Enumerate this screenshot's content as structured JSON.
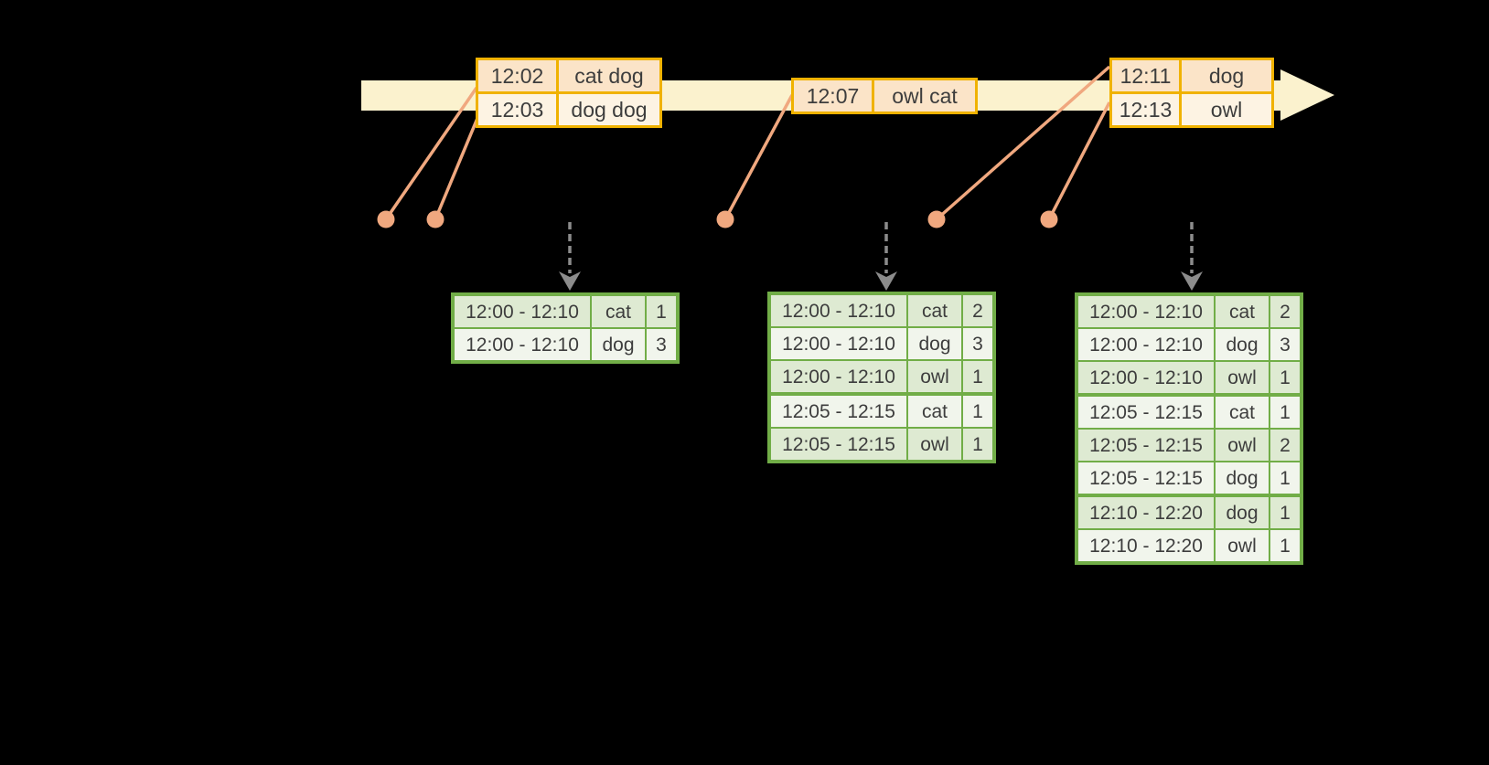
{
  "diagram": {
    "kind": "streaming windowed word-count timeline",
    "colors": {
      "background": "#000000",
      "timeline_band": "#FBF2CE",
      "event_border": "#F0B200",
      "event_row_dark": "#FBE4C8",
      "event_row_light": "#FDF3E3",
      "connector_salmon": "#F0A87F",
      "result_border": "#71AD47",
      "result_row_dark": "#DEEAD2",
      "result_row_light": "#F1F5EC",
      "trigger_arrow_gray": "#8C8C8C",
      "text": "#3d3d3d"
    },
    "icons": {
      "timeline_arrowhead": "block-arrow-right",
      "trigger_arrow": "dashed-down-arrow",
      "event_dot": "filled-circle"
    }
  },
  "event_tables": [
    {
      "rows": [
        {
          "time": "12:02",
          "words": "cat dog"
        },
        {
          "time": "12:03",
          "words": "dog dog"
        }
      ]
    },
    {
      "rows": [
        {
          "time": "12:07",
          "words": "owl cat"
        }
      ]
    },
    {
      "rows": [
        {
          "time": "12:11",
          "words": "dog"
        },
        {
          "time": "12:13",
          "words": "owl"
        }
      ]
    }
  ],
  "result_tables": [
    {
      "groups": [
        {
          "rows": [
            {
              "window": "12:00 - 12:10",
              "word": "cat",
              "count": "1"
            },
            {
              "window": "12:00 - 12:10",
              "word": "dog",
              "count": "3"
            }
          ]
        }
      ]
    },
    {
      "groups": [
        {
          "rows": [
            {
              "window": "12:00 - 12:10",
              "word": "cat",
              "count": "2"
            },
            {
              "window": "12:00 - 12:10",
              "word": "dog",
              "count": "3"
            },
            {
              "window": "12:00 - 12:10",
              "word": "owl",
              "count": "1"
            }
          ]
        },
        {
          "rows": [
            {
              "window": "12:05 - 12:15",
              "word": "cat",
              "count": "1"
            },
            {
              "window": "12:05 - 12:15",
              "word": "owl",
              "count": "1"
            }
          ]
        }
      ]
    },
    {
      "groups": [
        {
          "rows": [
            {
              "window": "12:00 - 12:10",
              "word": "cat",
              "count": "2"
            },
            {
              "window": "12:00 - 12:10",
              "word": "dog",
              "count": "3"
            },
            {
              "window": "12:00 - 12:10",
              "word": "owl",
              "count": "1"
            }
          ]
        },
        {
          "rows": [
            {
              "window": "12:05 - 12:15",
              "word": "cat",
              "count": "1"
            },
            {
              "window": "12:05 - 12:15",
              "word": "owl",
              "count": "2"
            },
            {
              "window": "12:05 - 12:15",
              "word": "dog",
              "count": "1"
            }
          ]
        },
        {
          "rows": [
            {
              "window": "12:10 - 12:20",
              "word": "dog",
              "count": "1"
            },
            {
              "window": "12:10 - 12:20",
              "word": "owl",
              "count": "1"
            }
          ]
        }
      ]
    }
  ]
}
